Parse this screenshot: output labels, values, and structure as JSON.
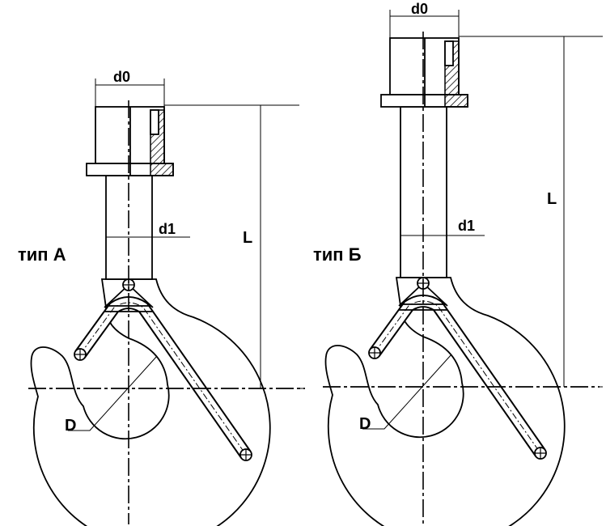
{
  "hooks": [
    {
      "type_label": "тип А",
      "d0": "d0",
      "d1": "d1",
      "L": "L",
      "D": "D"
    },
    {
      "type_label": "тип Б",
      "d0": "d0",
      "d1": "d1",
      "L": "L",
      "D": "D"
    }
  ],
  "colors": {
    "line": "#000000",
    "background": "#ffffff"
  }
}
